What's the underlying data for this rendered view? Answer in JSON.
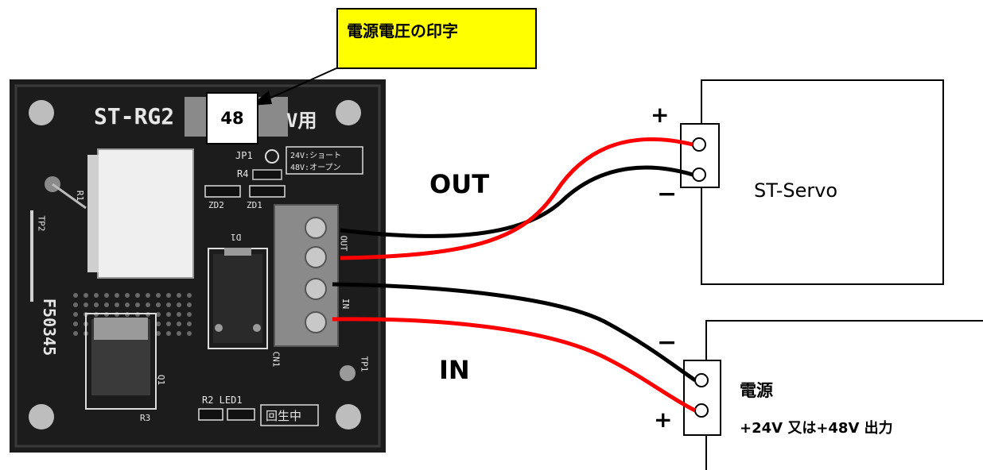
{
  "callout": {
    "text": "電源電圧の印字",
    "bg_color": "#ffff00"
  },
  "board": {
    "model": "ST-RG2",
    "voltage_mark": "48",
    "voltage_suffix": "V用",
    "part_number": "F50345",
    "jp1_label": "JP1",
    "jp1_note_24": "24V:ショート",
    "jp1_note_48": "48V:オープン",
    "r4": "R4",
    "r1": "R1",
    "tp2": "TP2",
    "zd2": "ZD2",
    "zd1": "ZD1",
    "d1": "D1",
    "cn1": "CN1",
    "out_mark": "OUT",
    "in_mark": "IN",
    "r2_led1": "R2 LED1",
    "regen": "回生中",
    "q1": "Q1",
    "r3": "R3",
    "tp1": "TP1"
  },
  "labels": {
    "out": "OUT",
    "in": "IN",
    "servo_plus": "+",
    "servo_minus": "−",
    "power_minus": "−",
    "power_plus": "+"
  },
  "servo": {
    "name": "ST-Servo"
  },
  "power": {
    "name": "電源",
    "output": "+24V 又は+48V 出力"
  },
  "colors": {
    "wire_positive": "#ff0000",
    "wire_negative": "#000000",
    "pcb": "#1a1a1a"
  }
}
